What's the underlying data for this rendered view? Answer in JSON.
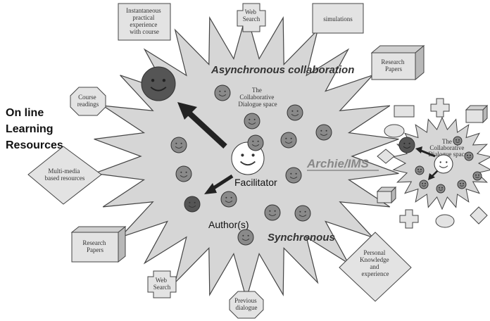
{
  "side_title": [
    "On line",
    "Learning",
    "Resources"
  ],
  "center_labels": {
    "asynchronous": "Asynchronous collaboration",
    "synchronous": "Synchronous",
    "facilitator": "Facilitator",
    "authors": "Author(s)",
    "dialogue_space": [
      "The",
      "Collaborative",
      "Dialogue space"
    ]
  },
  "archie_label": "Archie/IMS",
  "small_dialogue_space": [
    "The",
    "Collaborative",
    "Dialogue space"
  ],
  "resources": {
    "instantaneous": [
      "Instantaneous",
      "practical",
      "experience",
      "with course"
    ],
    "web_search_top": [
      "Web",
      "Search"
    ],
    "simulations": [
      "simulations"
    ],
    "research_papers_top": [
      "Research",
      "Papers"
    ],
    "course_readings": [
      "Course",
      "readings"
    ],
    "multimedia": [
      "Multi-media",
      "based resources"
    ],
    "research_papers_bottom": [
      "Research",
      "Papers"
    ],
    "web_search_bottom": [
      "Web",
      "Search"
    ],
    "previous_dialogue": [
      "Previous",
      "dialogue"
    ],
    "personal_knowledge": [
      "Personal",
      "Knowledge",
      "and",
      "experience"
    ]
  },
  "colors": {
    "star_fill": "#d6d6d6",
    "shape_fill": "#e3e3e3",
    "face_fill": "#8a8a8a",
    "dark_face": "#555555",
    "stroke": "#444444"
  }
}
